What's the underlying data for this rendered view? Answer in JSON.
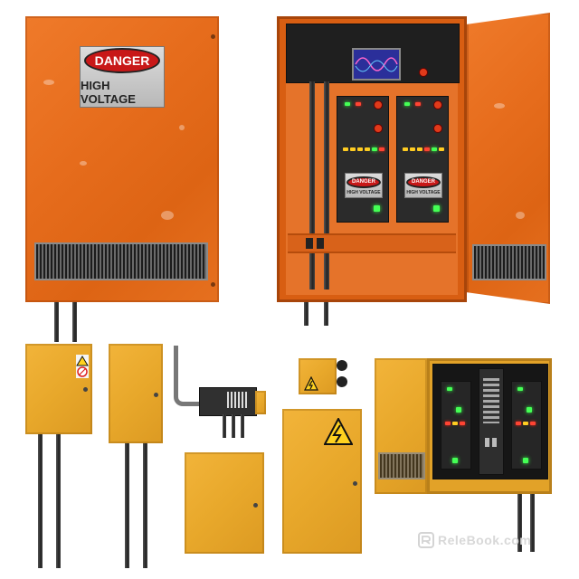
{
  "image": {
    "background": "#ffffff",
    "accent_orange": "#e66c1c",
    "accent_yellow": "#e8a82b"
  },
  "main_cabinet": {
    "sign_top": "DANGER",
    "sign_bottom": "HIGH VOLTAGE"
  },
  "open_cabinet": {
    "modules": [
      {
        "sign_top": "DANGER",
        "sign_bottom": "HIGH VOLTAGE"
      },
      {
        "sign_top": "DANGER",
        "sign_bottom": "HIGH VOLTAGE"
      }
    ]
  },
  "icons": [
    "warning-triangle-icon",
    "no-smoking-icon",
    "lightning-icon"
  ],
  "watermark": {
    "text": "ReleBook.com"
  }
}
